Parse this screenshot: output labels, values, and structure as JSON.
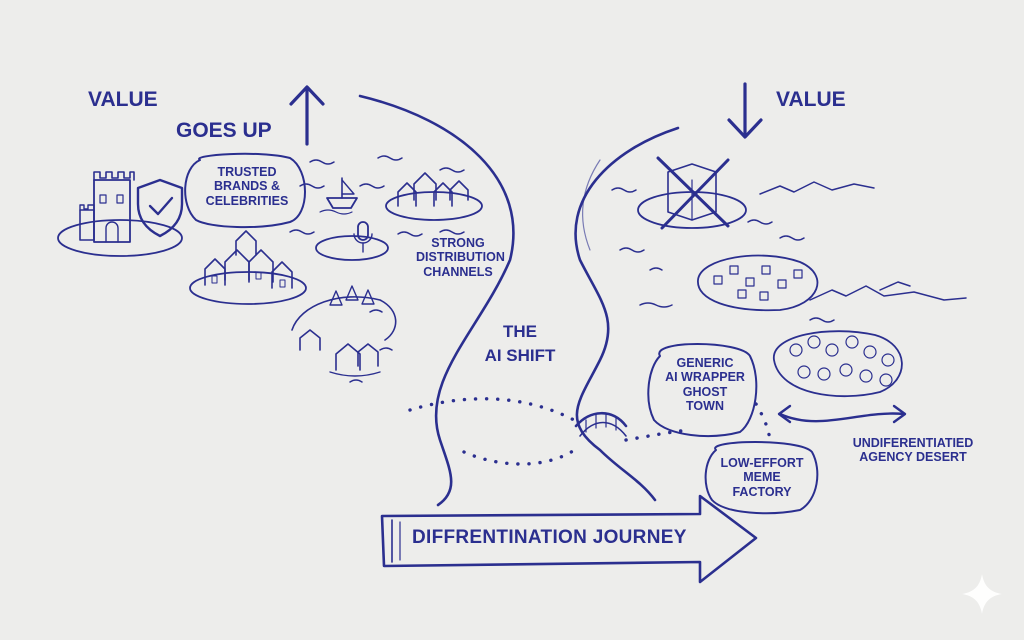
{
  "labels": {
    "value_left": "VALUE",
    "goes_up": "GOES UP",
    "value_right": "VALUE",
    "trusted_line1": "TRUSTED",
    "trusted_line2": "BRANDS &",
    "trusted_line3": "CELEBRITIES",
    "strong_line1": "STRONG",
    "strong_line2": "DISTRIBUTION",
    "strong_line3": "CHANNELS",
    "shift_line1": "THE",
    "shift_line2": "AI SHIFT",
    "generic_line1": "GENERIC",
    "generic_line2": "AI WRAPPER",
    "generic_line3": "GHOST",
    "generic_line4": "TOWN",
    "meme_line1": "LOW-EFFORT",
    "meme_line2": "MEME",
    "meme_line3": "FACTORY",
    "agency_line1": "UNDIFERENTIATIED",
    "agency_line2": "AGENCY DESERT",
    "journey": "DIFFRENTINATION JOURNEY"
  },
  "colors": {
    "ink": "#2b2f8f",
    "paper": "#ededeb"
  },
  "icons": [
    "arrow-up-icon",
    "arrow-down-icon",
    "castle-icon",
    "shield-check-icon",
    "village-icon",
    "island-icon",
    "boat-icon",
    "microphone-icon",
    "trees-icon",
    "crossed-building-icon",
    "bridge-icon",
    "sparkle-icon"
  ]
}
